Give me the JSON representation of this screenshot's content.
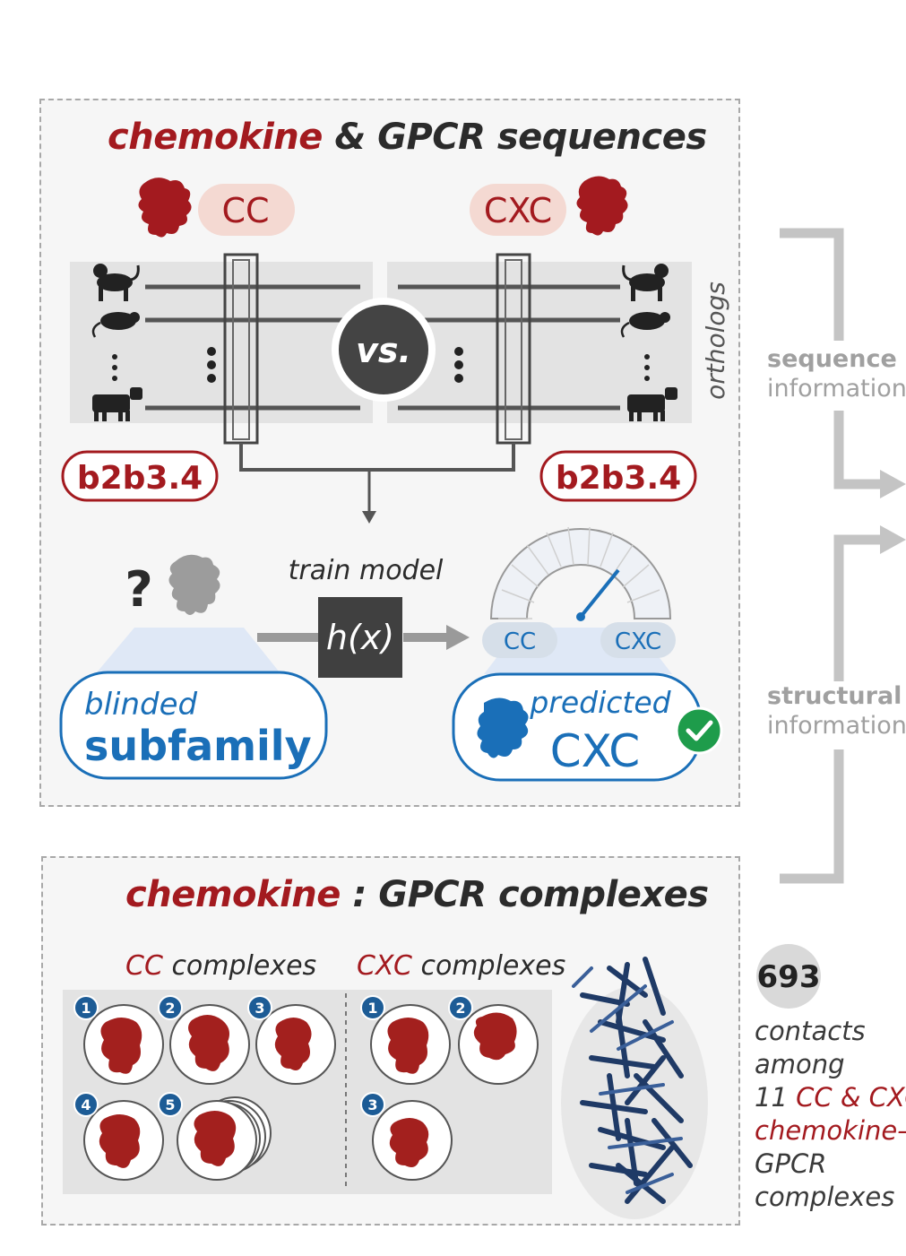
{
  "top_panel": {
    "title_red": "chemokine",
    "title_rest": " & GPCR sequences",
    "left_subfamily": "CC",
    "right_subfamily": "CXC",
    "vs_label": "vs.",
    "orthologs_label": "orthologs",
    "left_position": "b2b3.4",
    "right_position": "b2b3.4",
    "question_mark": "?",
    "train_label": "train model",
    "model_label": "h(x)",
    "gauge_left": "CC",
    "gauge_right": "CXC",
    "blinded_line1": "blinded",
    "blinded_line2": "subfamily",
    "predicted_line1": "predicted",
    "predicted_line2": "CXC"
  },
  "side_labels": {
    "sequence_line1": "sequence",
    "sequence_line2": "information",
    "structural_line1": "structural",
    "structural_line2": "information"
  },
  "bottom_panel": {
    "title_red": "chemokine",
    "title_rest": " : GPCR complexes",
    "cc_prefix": "CC",
    "cc_suffix": " complexes",
    "cxc_prefix": "CXC",
    "cxc_suffix": " complexes",
    "cc_numbers": [
      "1",
      "2",
      "3",
      "4",
      "5"
    ],
    "cxc_numbers": [
      "1",
      "2",
      "3"
    ]
  },
  "contacts": {
    "count": "693",
    "line1": "contacts",
    "line2": "among",
    "line3_prefix": "11 ",
    "line3_red": "CC & CXC",
    "line4_red": "chemokine–",
    "line5": "GPCR",
    "line6": "complexes"
  },
  "colors": {
    "chemokine_red": "#a31a1f",
    "predicted_blue": "#1a6fb8",
    "badge_blue": "#1d5c96",
    "check_green": "#1e9c4b",
    "gray_connector": "#c4c4c4"
  }
}
